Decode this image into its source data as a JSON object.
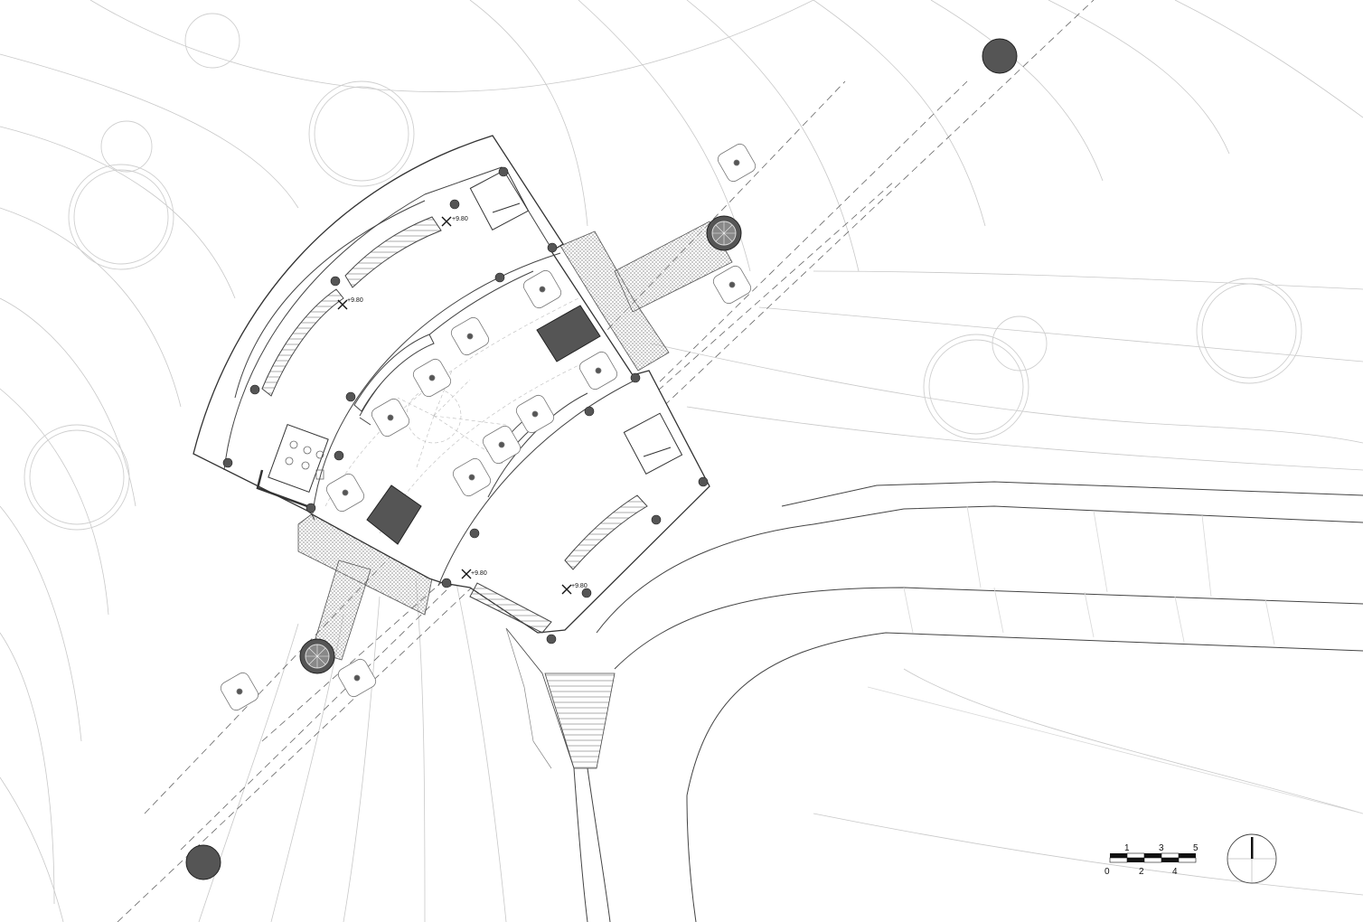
{
  "drawing": {
    "type": "site-plan",
    "line_color": "#3a3a3a",
    "contour_color": "#c8c8c8",
    "dark_fill": "#555555",
    "hatch_color": "#9a9a9a"
  },
  "level_markers": [
    {
      "id": "upper-left",
      "label": "+9.80"
    },
    {
      "id": "left-mid",
      "label": "+9.80"
    },
    {
      "id": "bottom-center",
      "label": "+9.80"
    },
    {
      "id": "bottom-right",
      "label": "+9.80"
    }
  ],
  "scale_bar": {
    "top_labels": [
      "1",
      "3",
      "5"
    ],
    "bottom_labels": [
      "0",
      "2",
      "4"
    ]
  },
  "north_arrow": {
    "icon": "north-arrow-icon"
  }
}
